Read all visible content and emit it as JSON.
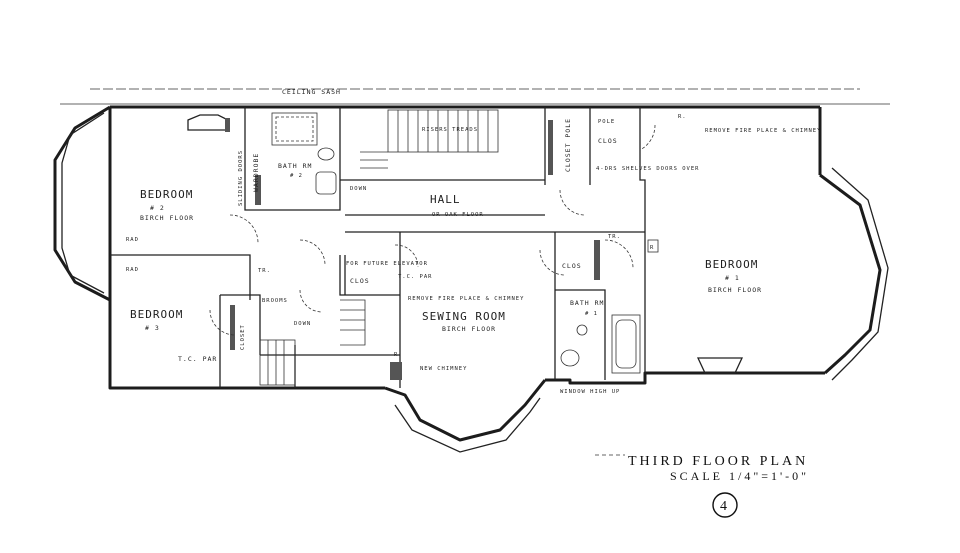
{
  "plan": {
    "title": "THIRD FLOOR PLAN",
    "scale": "SCALE 1/4\"=1'-0\"",
    "sheet_number": "4"
  },
  "labels": {
    "ceiling_sash": "CEILING SASH",
    "bedroom2": "BEDROOM",
    "bedroom2_num": "# 2",
    "bedroom2_floor": "BIRCH FLOOR",
    "bedroom3": "BEDROOM",
    "bedroom3_num": "# 3",
    "tc_par_1": "T.C. PAR",
    "rad_1": "RAD",
    "rad_2": "RAD",
    "sliding_doors": "SLIDING DOORS",
    "wardrobe": "WARDROBE",
    "bath2": "BATH RM",
    "bath2_num": "# 2",
    "down_1": "DOWN",
    "down_2": "DOWN",
    "hall": "HALL",
    "hall_floor": "OR OAK FLOOR",
    "risers_treads": "RISERS   TREADS",
    "closet_pole": "CLOSET POLE",
    "clos_1": "CLOS",
    "pole": "POLE",
    "shelves": "4-DRS SHELVES DOORS OVER",
    "remove_fireplace_1": "REMOVE FIRE PLACE & CHIMNEY",
    "bedroom1": "BEDROOM",
    "bedroom1_num": "# 1",
    "bedroom1_floor": "BIRCH FLOOR",
    "tr_1": "TR.",
    "tr_2": "TR.",
    "r_1": "R.",
    "r_2": "R",
    "r_3": "R",
    "for_future_elevator": "FOR FUTURE ELEVATOR",
    "clos_2": "CLOS",
    "tc_par_2": "T.C. PAR",
    "remove_fireplace_2": "REMOVE FIRE PLACE & CHIMNEY",
    "sewing_room": "SEWING ROOM",
    "sewing_floor": "BIRCH FLOOR",
    "clos_3": "CLOS",
    "bath1": "BATH RM",
    "bath1_num": "# 1",
    "closet_3": "CLOSET",
    "brooms": "BROOMS",
    "new_chimney": "NEW CHIMNEY",
    "window_high_up": "WINDOW HIGH UP"
  }
}
